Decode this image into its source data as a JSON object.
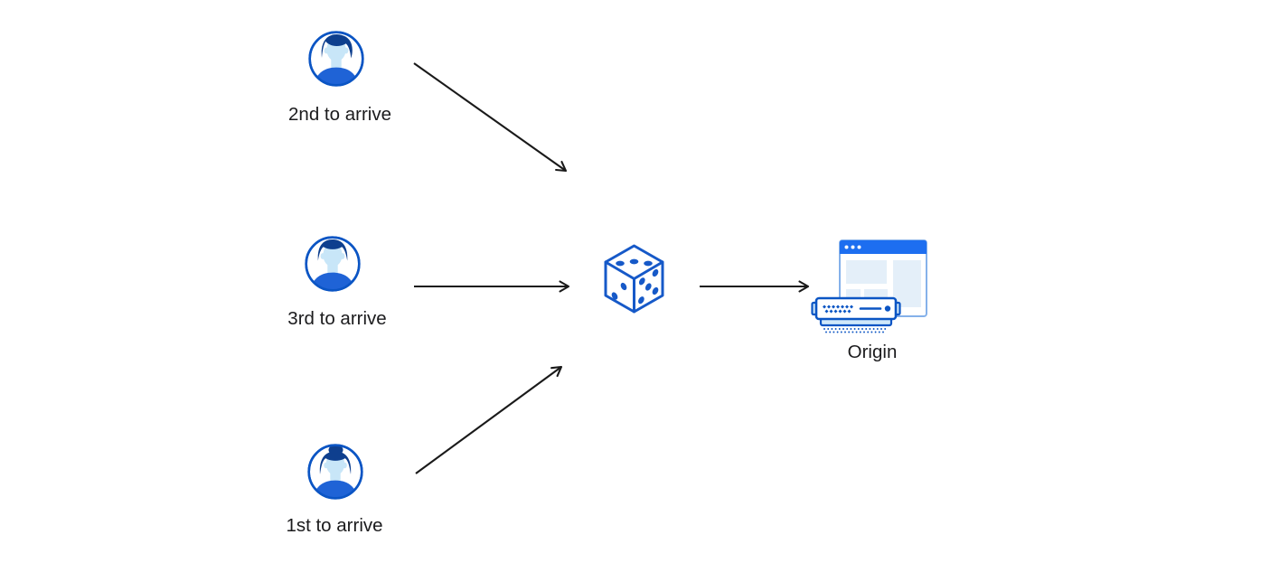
{
  "diagram": {
    "nodes": {
      "second": {
        "label": "2nd to arrive",
        "icon": "male-avatar-swept-hair-icon"
      },
      "third": {
        "label": "3rd to arrive",
        "icon": "male-avatar-round-hair-icon"
      },
      "first": {
        "label": "1st to arrive",
        "icon": "female-avatar-bun-icon"
      },
      "dice": {
        "label": "",
        "icon": "dice-icon"
      },
      "origin": {
        "label": "Origin",
        "icon": "origin-server-browser-icon"
      }
    },
    "edges": [
      {
        "from": "second",
        "to": "dice"
      },
      {
        "from": "third",
        "to": "dice"
      },
      {
        "from": "first",
        "to": "dice"
      },
      {
        "from": "dice",
        "to": "origin"
      }
    ],
    "colors": {
      "canvas_bg": "#ffffff",
      "stroke_blue": "#0b55c4",
      "dice_blue": "#1659c8",
      "hair_blue": "#0e3f8e",
      "skin_blue": "#c8e6f8",
      "shirt_blue": "#1f63d6",
      "titlebar_blue": "#1d6ef0",
      "window_border_blue": "#85b1ea",
      "panel_blue": "#e4eff9",
      "light_fill_blue": "#cfe8fa",
      "arrow_black": "#1a1a1a",
      "text_color": "#1b1b1d"
    }
  }
}
